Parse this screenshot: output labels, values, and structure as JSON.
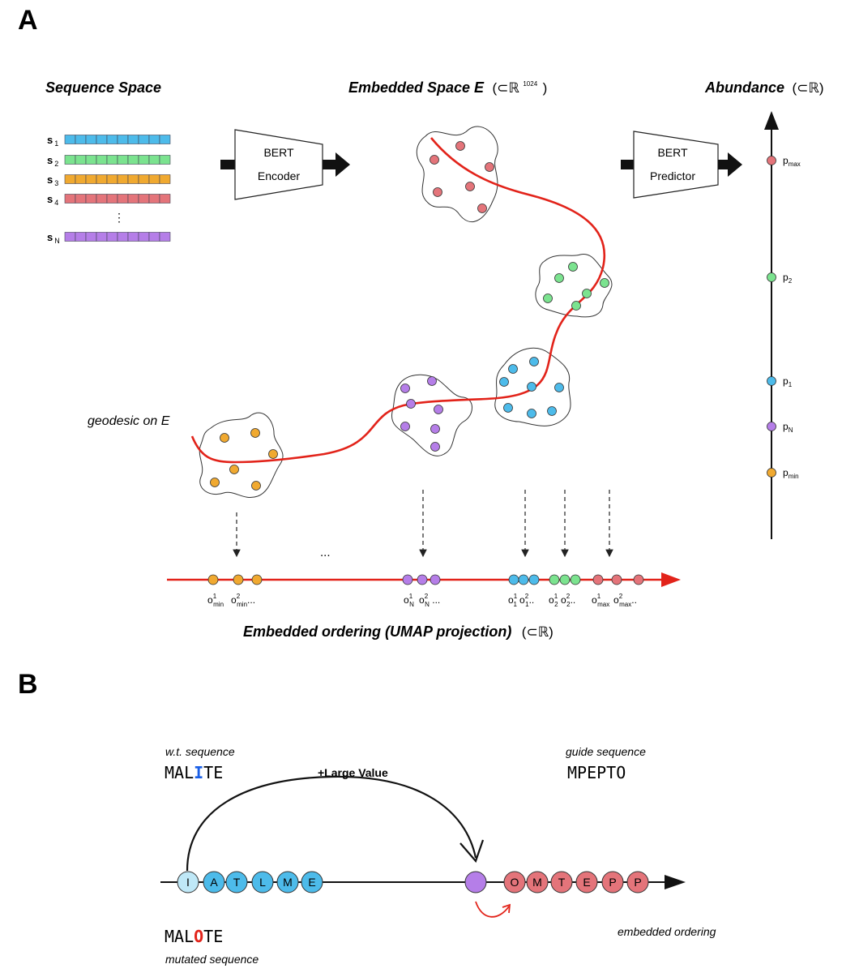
{
  "colors": {
    "blue": "#4dbbea",
    "green": "#7be38f",
    "orange": "#f0a930",
    "red": "#e4747a",
    "purple": "#b57ee8",
    "curve": "#e2231a",
    "mutation_blue": "#1a5fe6",
    "mutation_red": "#e2231a",
    "wt_residue": "#bfe8f7"
  },
  "panel_a": {
    "letter": "A",
    "sequence_space": {
      "title": "Sequence Space",
      "rows": [
        {
          "label": "s",
          "sub": "1",
          "color": "blue"
        },
        {
          "label": "s",
          "sub": "2",
          "color": "green"
        },
        {
          "label": "s",
          "sub": "3",
          "color": "orange"
        },
        {
          "label": "s",
          "sub": "4",
          "color": "red"
        },
        {
          "label": "s",
          "sub": "N",
          "color": "purple"
        }
      ],
      "ellipsis": "⋮"
    },
    "embedded_space": {
      "title": "Embedded Space E",
      "subset": "(⊂ℝ",
      "exponent": "1024",
      "close": ")"
    },
    "abundance": {
      "title": "Abundance",
      "subset": "(⊂ℝ)"
    },
    "encoder": {
      "line1": "BERT",
      "line2": "Encoder"
    },
    "predictor": {
      "line1": "BERT",
      "line2": "Predictor"
    },
    "geodesic_label": "geodesic on E",
    "axis_points": [
      {
        "base": "p",
        "sub": "max",
        "color": "red"
      },
      {
        "base": "p",
        "sub": "2",
        "color": "green"
      },
      {
        "base": "p",
        "sub": "1",
        "color": "blue"
      },
      {
        "base": "p",
        "sub": "N",
        "color": "purple"
      },
      {
        "base": "p",
        "sub": "min",
        "color": "orange"
      }
    ],
    "ordering_dots": [
      "orange",
      "orange",
      "orange",
      "purple",
      "purple",
      "purple",
      "blue",
      "blue",
      "blue",
      "green",
      "green",
      "green",
      "red",
      "red",
      "red"
    ],
    "ordering_labels": [
      {
        "base": "o",
        "sup": "1",
        "sub": "min",
        "tail": ""
      },
      {
        "base": "o",
        "sup": "2",
        "sub": "min",
        "tail": "..."
      },
      {
        "base": "o",
        "sup": "1",
        "sub": "N",
        "tail": ""
      },
      {
        "base": "o",
        "sup": "2",
        "sub": "N",
        "tail": " ..."
      },
      {
        "base": "o",
        "sup": "1",
        "sub": "1",
        "tail": ""
      },
      {
        "base": "o",
        "sup": "2",
        "sub": "1",
        "tail": ".."
      },
      {
        "base": "o",
        "sup": "1",
        "sub": "2",
        "tail": ""
      },
      {
        "base": "o",
        "sup": "2",
        "sub": "2",
        "tail": ".."
      },
      {
        "base": "o",
        "sup": "1",
        "sub": "max",
        "tail": ""
      },
      {
        "base": "o",
        "sup": "2",
        "sub": "max",
        "tail": ".."
      }
    ],
    "ordering_ellipsis": "...",
    "ordering_title": "Embedded ordering (UMAP projection)",
    "ordering_subset": "(⊂ℝ)"
  },
  "panel_b": {
    "letter": "B",
    "wt_label": "w.t. sequence",
    "wt_pre": "MAL",
    "wt_mut": "I",
    "wt_post": "TE",
    "guide_label": "guide sequence",
    "guide_seq": "MPEPTO",
    "large_value": "+Large Value",
    "mut_pre": "MAL",
    "mut_mut": "O",
    "mut_post": "TE",
    "mutated_label": "mutated sequence",
    "embedded_ordering": "embedded ordering",
    "left_residues": [
      "I",
      "A",
      "T",
      "L",
      "M",
      "E"
    ],
    "right_residues": [
      "O",
      "M",
      "T",
      "E",
      "P",
      "P"
    ]
  }
}
